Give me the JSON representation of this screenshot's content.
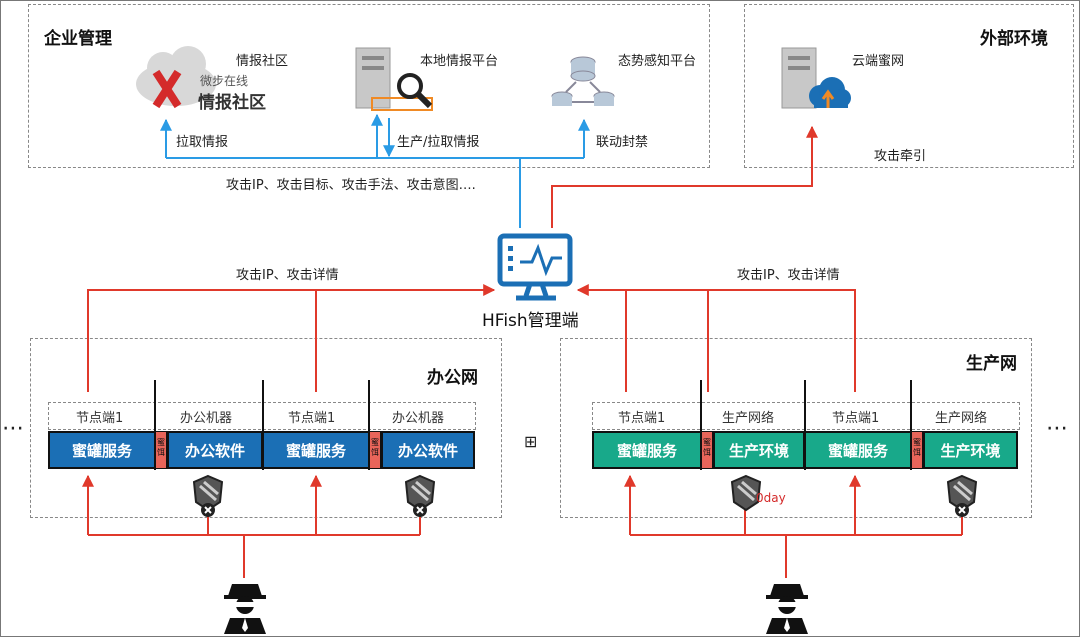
{
  "enterprise": {
    "title": "企业管理",
    "intel_community_label": "情报社区",
    "logo_small": "微步在线",
    "logo_big": "情报社区",
    "local_platform_label": "本地情报平台",
    "situation_platform_label": "态势感知平台",
    "pull_label": "拉取情报",
    "produce_pull_label": "生产/拉取情报",
    "linkage_label": "联动封禁"
  },
  "external": {
    "title": "外部环境",
    "cloud_honeynet_label": "云端蜜网",
    "attack_redirect_label": "攻击牵引"
  },
  "flow": {
    "attack_info_label": "攻击IP、攻击目标、攻击手法、攻击意图….",
    "manager_label": "HFish管理端",
    "left_detail_label": "攻击IP、攻击详情",
    "right_detail_label": "攻击IP、攻击详情"
  },
  "office": {
    "title": "办公网",
    "node1_header": "节点端1",
    "machine1_header": "办公机器",
    "node2_header": "节点端1",
    "machine2_header": "办公机器",
    "honeypot1": "蜜罐服务",
    "software1": "办公软件",
    "honeypot2": "蜜罐服务",
    "software2": "办公软件",
    "bait1": "蜜饵",
    "bait2": "蜜饵"
  },
  "production": {
    "title": "生产网",
    "node1_header": "节点端1",
    "net1_header": "生产网络",
    "node2_header": "节点端1",
    "net2_header": "生产网络",
    "honeypot1": "蜜罐服务",
    "env1": "生产环境",
    "honeypot2": "蜜罐服务",
    "env2": "生产环境",
    "bait1": "蜜饵",
    "bait2": "蜜饵",
    "zero_day": "0day"
  },
  "misc": {
    "left_dots": "⋯",
    "right_dots": "⋯",
    "expand_icon": "⊞"
  },
  "colors": {
    "blue_box": "#1b6fb5",
    "green_box": "#18a98a",
    "red_line": "#e0392b",
    "blue_line": "#2a9be5"
  }
}
